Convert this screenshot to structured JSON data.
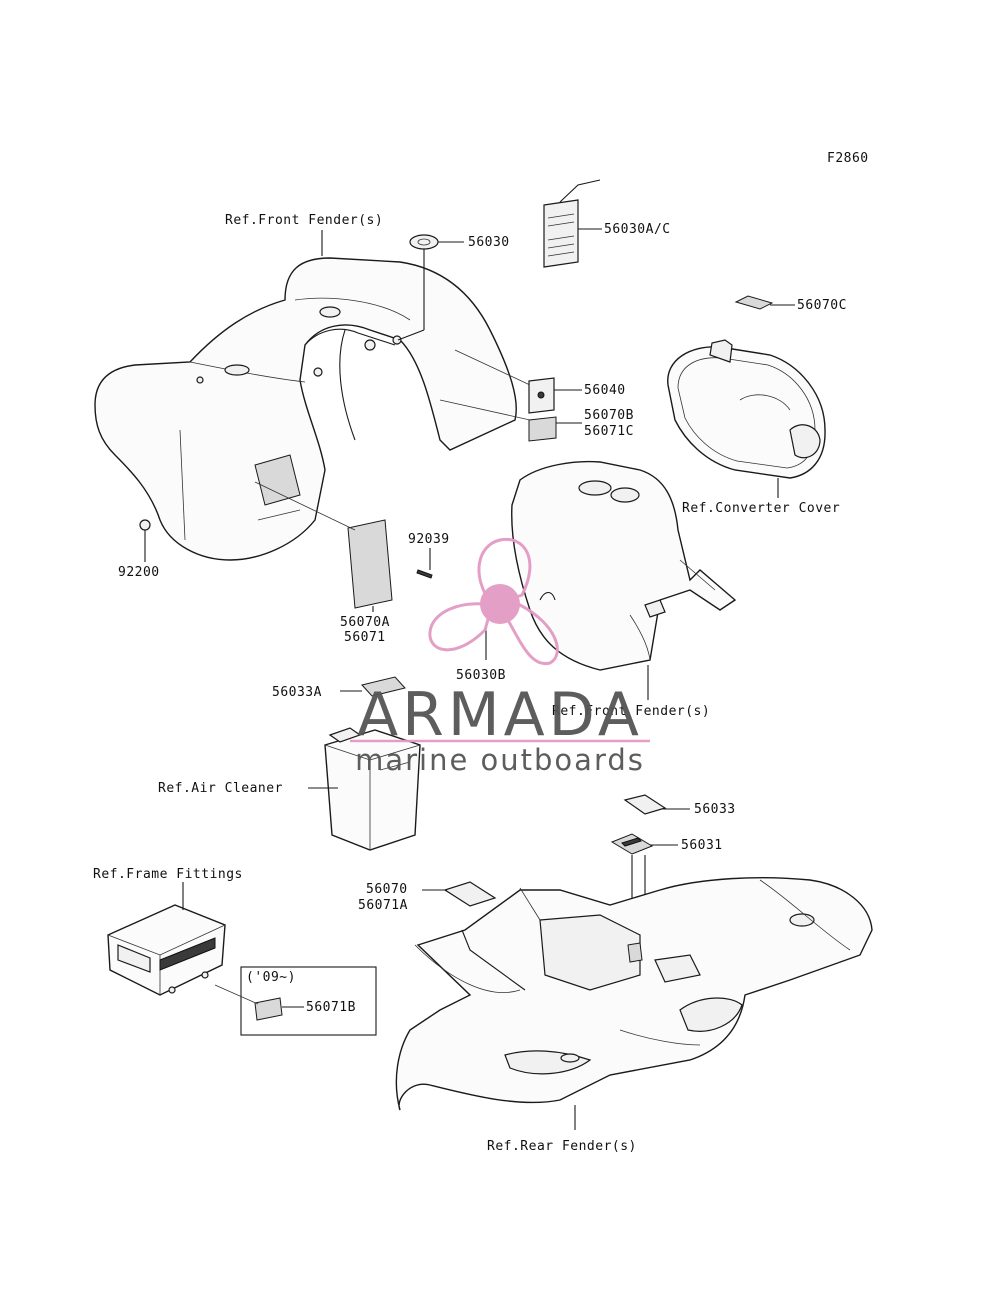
{
  "figure_code": "F2860",
  "callouts": {
    "ref_front_fender_top": "Ref.Front Fender(s)",
    "p56030": "56030",
    "p56030AC": "56030A/C",
    "p56070C": "56070C",
    "p56040": "56040",
    "p56070B": "56070B",
    "p56071C": "56071C",
    "ref_converter_cover": "Ref.Converter Cover",
    "p92039": "92039",
    "p92200": "92200",
    "p56070A": "56070A",
    "p56071": "56071",
    "p56030B": "56030B",
    "ref_front_fender_mid": "Ref.Front Fender(s)",
    "p56033A": "56033A",
    "ref_air_cleaner": "Ref.Air Cleaner",
    "p56033": "56033",
    "p56031": "56031",
    "ref_frame_fittings": "Ref.Frame Fittings",
    "p56070": "56070",
    "p56071A": "56071A",
    "year_note": "('09~)",
    "p56071B": "56071B",
    "ref_rear_fender": "Ref.Rear Fender(s)"
  },
  "watermark": {
    "brand": "ARMADA",
    "tagline": "marine outboards",
    "logo_color": "#e39ac3",
    "text_color": "#555555"
  }
}
